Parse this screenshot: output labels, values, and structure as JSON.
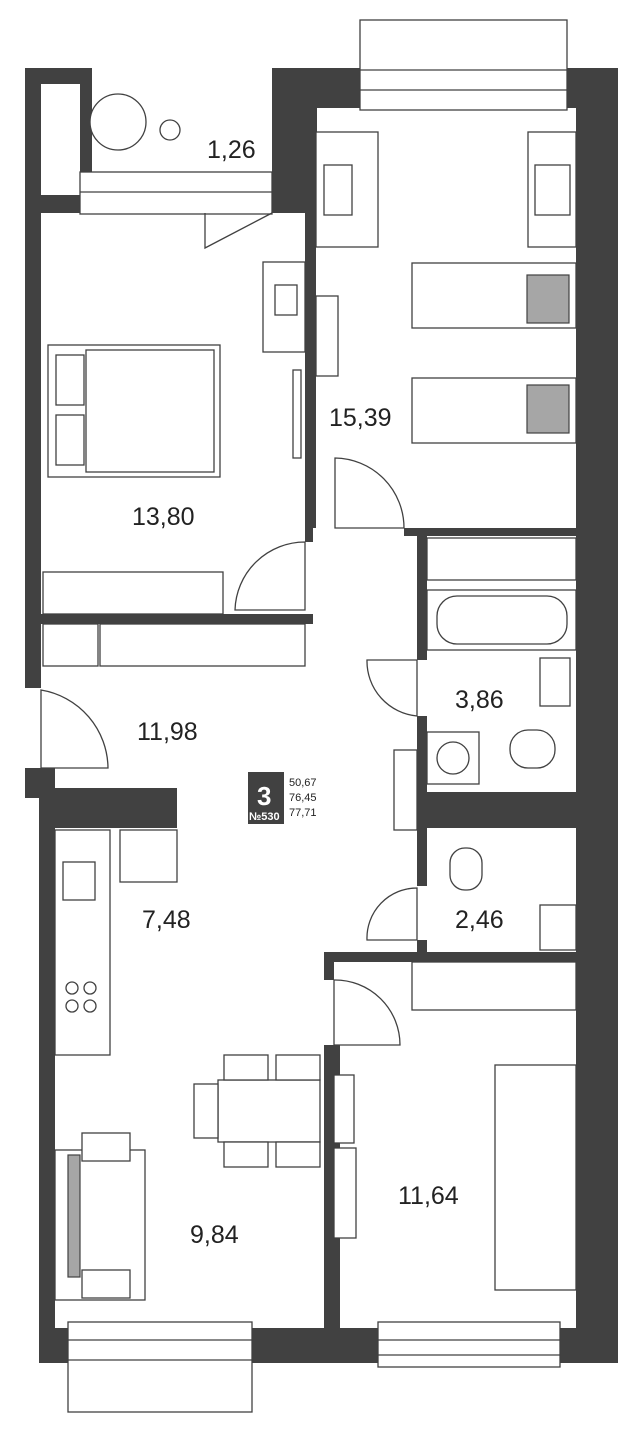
{
  "apartment": {
    "rooms_count": "3",
    "number": "№530",
    "areas": [
      "50,67",
      "76,45",
      "77,71"
    ]
  },
  "rooms": [
    {
      "id": "balcony",
      "area": "1,26"
    },
    {
      "id": "children-room",
      "area": "15,39"
    },
    {
      "id": "bedroom",
      "area": "13,80"
    },
    {
      "id": "hallway",
      "area": "11,98"
    },
    {
      "id": "bathroom",
      "area": "3,86"
    },
    {
      "id": "kitchen",
      "area": "7,48"
    },
    {
      "id": "toilet",
      "area": "2,46"
    },
    {
      "id": "living-room",
      "area": "9,84"
    },
    {
      "id": "room-4",
      "area": "11,64"
    }
  ],
  "colors": {
    "wall": "#414141",
    "furniture_fill": "#a6a6a6",
    "background": "#ffffff"
  }
}
